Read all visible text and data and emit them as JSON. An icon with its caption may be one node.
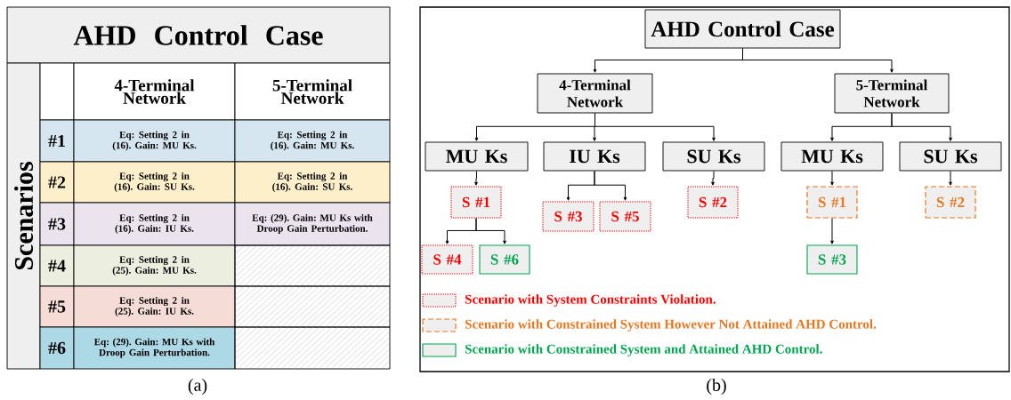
{
  "diagram": {
    "nodes": [
      {
        "text": [
          "AHD Control Case"
        ]
      },
      {
        "text": [
          "4-Terminal Network"
        ]
      },
      {
        "text": [
          "5-Terminal Network"
        ]
      },
      {
        "text": [
          "MU Ks"
        ]
      },
      {
        "text": [
          "IU Ks"
        ]
      },
      {
        "text": [
          "SU Ks"
        ]
      },
      {
        "text": [
          "MU Ks"
        ]
      },
      {
        "text": [
          "SU Ks"
        ]
      },
      {
        "text": [
          "S #1"
        ]
      },
      {
        "text": [
          "S #3"
        ]
      },
      {
        "text": [
          "S #5"
        ]
      },
      {
        "text": [
          "S #2"
        ]
      },
      {
        "text": [
          "S #1"
        ]
      },
      {
        "text": [
          "S #2"
        ]
      },
      {
        "text": [
          "S #4"
        ]
      },
      {
        "text": [
          "S #6"
        ]
      },
      {
        "text": [
          "S #3"
        ]
      }
    ],
    "edges": [
      {
        "from": 0,
        "to": 1,
        "arrow": "to"
      },
      {
        "from": 0,
        "to": 2,
        "arrow": "to"
      },
      {
        "from": 1,
        "to": 3,
        "arrow": "to"
      },
      {
        "from": 1,
        "to": 4,
        "arrow": "to"
      },
      {
        "from": 1,
        "to": 5,
        "arrow": "to"
      },
      {
        "from": 2,
        "to": 6,
        "arrow": "to"
      },
      {
        "from": 2,
        "to": 7,
        "arrow": "to"
      },
      {
        "from": 3,
        "to": 8,
        "arrow": "to"
      },
      {
        "from": 4,
        "to": 9,
        "arrow": "to"
      },
      {
        "from": 4,
        "to": 10,
        "arrow": "to"
      },
      {
        "from": 5,
        "to": 11,
        "arrow": "to"
      },
      {
        "from": 6,
        "to": 12,
        "arrow": "to"
      },
      {
        "from": 7,
        "to": 13,
        "arrow": "to"
      },
      {
        "from": 8,
        "to": 14,
        "arrow": "to"
      },
      {
        "from": 8,
        "to": 15,
        "arrow": "to"
      },
      {
        "from": 12,
        "to": 16,
        "arrow": "to"
      }
    ],
    "labels": [
      "AHD Control Case",
      "Scenarios",
      "4-Terminal Network",
      "5-Terminal Network",
      "#1",
      "Eq: Setting 2 in (16). Gain: MU Ks.",
      "Eq: Setting 2 in (16). Gain: MU Ks.",
      "#2",
      "Eq: Setting 2 in (16). Gain: SU Ks.",
      "Eq: Setting 2 in (16). Gain: SU Ks.",
      "#3",
      "Eq: Setting 2 in (16). Gain: IU Ks.",
      "Eq: (29). Gain: MU Ks with Droop Gain Perturbation.",
      "#4",
      "Eq: Setting 2 in (25). Gain: MU Ks.",
      "#5",
      "Eq: Setting 2 in (25). Gain: IU Ks.",
      "#6",
      "Eq: (29). Gain: MU Ks with Droop Gain Perturbation.",
      "(a)",
      "(b)"
    ],
    "legend": [
      {
        "text": "Scenario with System Constraints Violation."
      },
      {
        "text": "Scenario with Constrained System However Not Attained AHD Control."
      },
      {
        "text": "Scenario with Constrained System and Attained AHD Control."
      }
    ]
  }
}
